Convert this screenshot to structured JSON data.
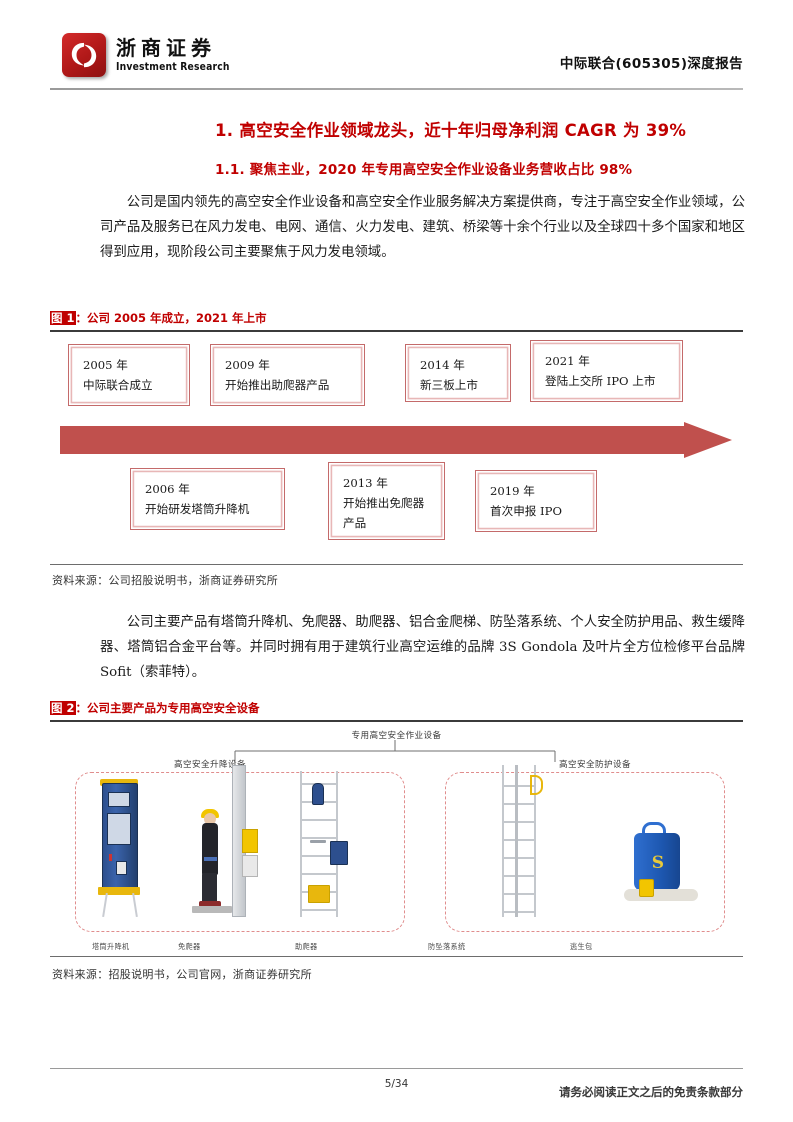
{
  "header": {
    "logo_cn": "浙商证券",
    "logo_en": "Investment Research",
    "report_title": "中际联合(605305)深度报告"
  },
  "headings": {
    "h1": "1. 高空安全作业领域龙头，近十年归母净利润 CAGR 为 39%",
    "h2": "1.1. 聚焦主业，2020 年专用高空安全作业设备业务营收占比 98%"
  },
  "paragraphs": {
    "p1": "公司是国内领先的高空安全作业设备和高空安全作业服务解决方案提供商，专注于高空安全作业领域，公司产品及服务已在风力发电、电网、通信、火力发电、建筑、桥梁等十余个行业以及全球四十多个国家和地区得到应用，现阶段公司主要聚焦于风力发电领域。",
    "p2": "公司主要产品有塔筒升降机、免爬器、助爬器、铝合金爬梯、防坠落系统、个人安全防护用品、救生缓降器、塔筒铝合金平台等。并同时拥有用于建筑行业高空运维的品牌 3S Gondola 及叶片全方位检修平台品牌 Sofit（索菲特）。"
  },
  "figure1": {
    "label": "图 1",
    "title": "：公司 2005 年成立，2021 年上市",
    "source": "资料来源：公司招股说明书，浙商证券研究所",
    "arrow_color": "#c0504d",
    "events_top": [
      {
        "year": "2005 年",
        "event": "中际联合成立"
      },
      {
        "year": "2009 年",
        "event": "开始推出助爬器产品"
      },
      {
        "year": "2014 年",
        "event": "新三板上市"
      },
      {
        "year": "2021 年",
        "event": "登陆上交所 IPO 上市"
      }
    ],
    "events_bottom": [
      {
        "year": "2006 年",
        "event": "开始研发塔筒升降机",
        "event2": ""
      },
      {
        "year": "2013 年",
        "event": "开始推出免爬器",
        "event2": "产品"
      },
      {
        "year": "2019 年",
        "event": "首次申报 IPO",
        "event2": ""
      }
    ]
  },
  "figure2": {
    "label": "图 2",
    "title": "：公司主要产品为专用高空安全设备",
    "source": "资料来源：招股说明书，公司官网，浙商证券研究所",
    "root": "专用高空安全作业设备",
    "branch_left": "高空安全升降设备",
    "branch_right": "高空安全防护设备",
    "leaves_left": [
      "塔筒升降机",
      "免爬器",
      "助爬器"
    ],
    "leaves_right": [
      "防坠落系统",
      "逃生包"
    ]
  },
  "footer": {
    "page": "5/34",
    "note": "请务必阅读正文之后的免责条款部分"
  },
  "colors": {
    "brand_red": "#c00000",
    "logo_red": "#c1272d",
    "box_border": "#c46a6a",
    "dashed_border": "#e08d8d"
  }
}
